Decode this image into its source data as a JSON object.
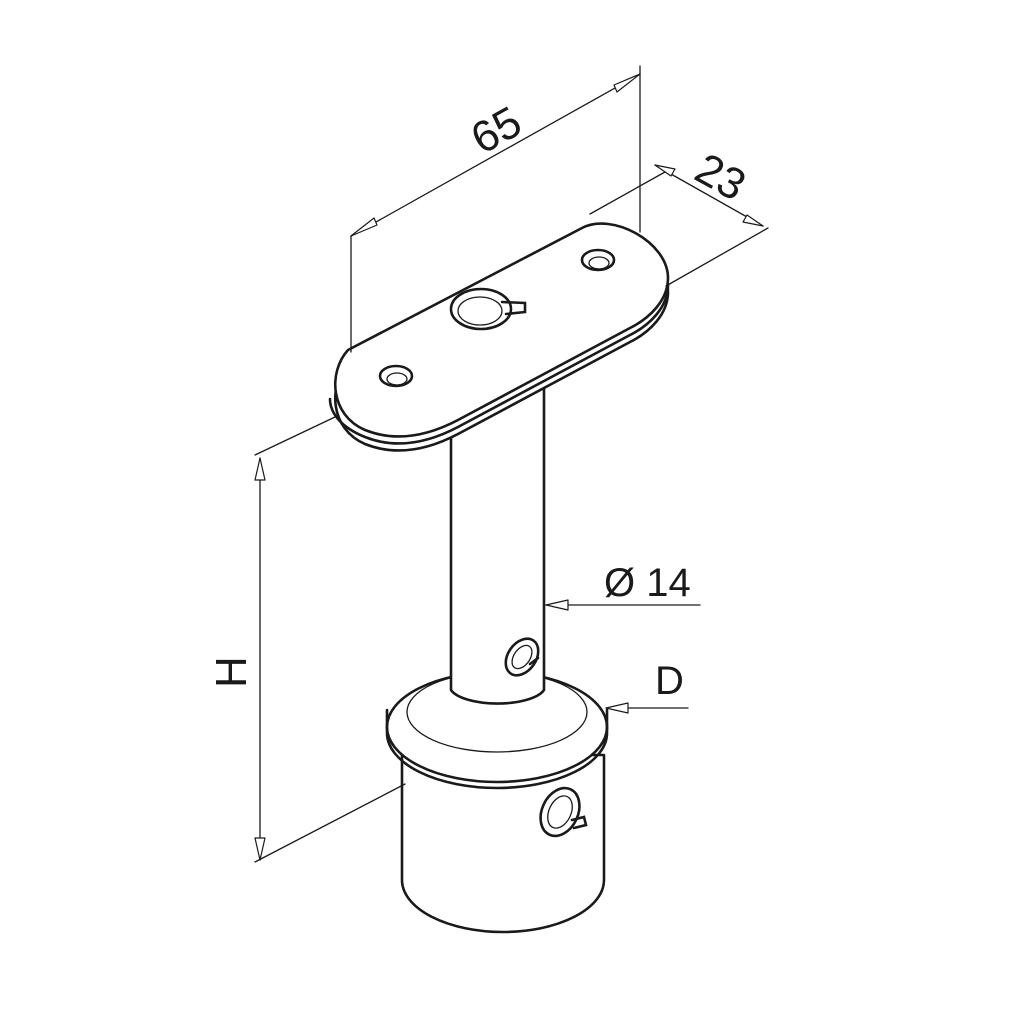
{
  "dimensions": {
    "length": "65",
    "width": "23",
    "height": "H",
    "tube_diameter": "Ø 14",
    "base_diameter": "D"
  },
  "colors": {
    "line": "#1a1a1a",
    "background": "#ffffff"
  }
}
